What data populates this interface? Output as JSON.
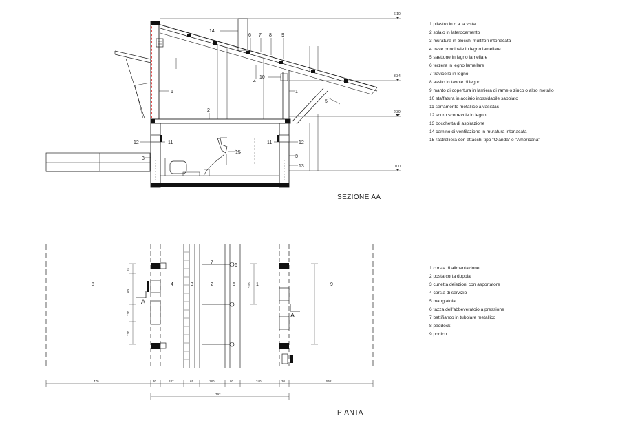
{
  "section": {
    "title": "SEZIONE AA",
    "levels": [
      "6.10",
      "3.34",
      "2.39",
      "0.00"
    ],
    "callouts": [
      "1",
      "2",
      "3",
      "4",
      "5",
      "6",
      "7",
      "8",
      "9",
      "10",
      "11",
      "12",
      "13",
      "14",
      "15"
    ],
    "legend": [
      "1  pilastro in c.a. a vista",
      "2  solaio in laterocemento",
      "3  muratura in blocchi multifori intonacata",
      "4  trave principale in legno lamellare",
      "5  saettone in legno lamellare",
      "6  terzera in legno lamellare",
      "7  travicello in legno",
      "8  assito in tavole di legno",
      "9  manto di copertura in lamiera di rame o zinco o altro metallo",
      "10  staffatura in acciaio inossidabile sabbiato",
      "11  serramento metallico a vasistas",
      "12  scuro scorrevole in legno",
      "13  bocchetta di aspirazione",
      "14  camino di ventilazione in muratura intonacata",
      "15  rastrelliera con attacchi tipo \"Olanda\" o \"Americana\""
    ]
  },
  "plan": {
    "title": "PIANTA",
    "zones": [
      "8",
      "4",
      "3",
      "2",
      "5",
      "1",
      "9"
    ],
    "callouts": [
      "7",
      "6"
    ],
    "section_marks": [
      "A",
      "A"
    ],
    "dim_segments": [
      "470",
      "30",
      "187",
      "65",
      "180",
      "80",
      "240",
      "30",
      "552"
    ],
    "dim_total": "792",
    "left_dims": [
      "15",
      "60",
      "120",
      "120"
    ],
    "right_dims": [
      "240"
    ],
    "legend": [
      "1  corsia di alimentazione",
      "2  posta corta doppia",
      "3  cunetta deiezioni con asportatore",
      "4  corsia di servizio",
      "5  mangiatoia",
      "6  tazza dell'abbeveratoio a pressione",
      "7  battifianco in tubolare metallico",
      "8  paddock",
      "9  portico"
    ]
  }
}
